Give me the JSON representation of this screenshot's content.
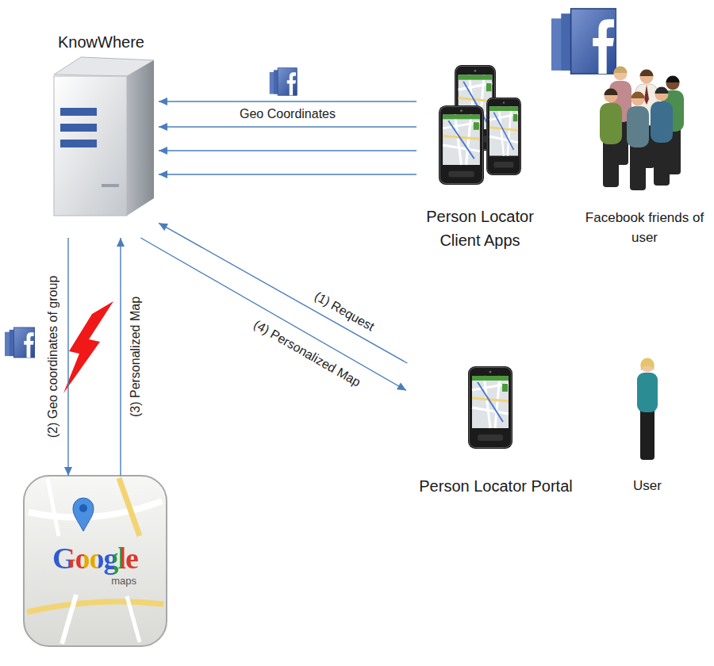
{
  "diagram": {
    "nodes": [
      {
        "text": [
          "KnowWhere"
        ]
      },
      {
        "text": [
          "Person Locator Client Apps"
        ]
      },
      {
        "text": [
          "Facebook friends of user"
        ]
      },
      {
        "text": [
          "Person Locator Portal"
        ]
      },
      {
        "text": [
          "User"
        ]
      },
      {
        "text": [
          "Google",
          "maps"
        ]
      }
    ],
    "edges": [
      {
        "from": 1,
        "to": 0,
        "arrow": "to"
      },
      {
        "from": 1,
        "to": 0,
        "label": "Geo Coordinates",
        "arrow": "to"
      },
      {
        "from": 1,
        "to": 0,
        "arrow": "to"
      },
      {
        "from": 1,
        "to": 0,
        "arrow": "to"
      },
      {
        "from": 3,
        "to": 0,
        "label": "(1) Request",
        "arrow": "to"
      },
      {
        "from": 0,
        "to": 3,
        "label": "(4) Personalized Map",
        "arrow": "to"
      },
      {
        "from": 0,
        "to": 5,
        "label": "(2) Geo coordinates of group",
        "arrow": "to"
      },
      {
        "from": 5,
        "to": 0,
        "label": "(3) Personalized Map",
        "arrow": "to"
      }
    ]
  }
}
